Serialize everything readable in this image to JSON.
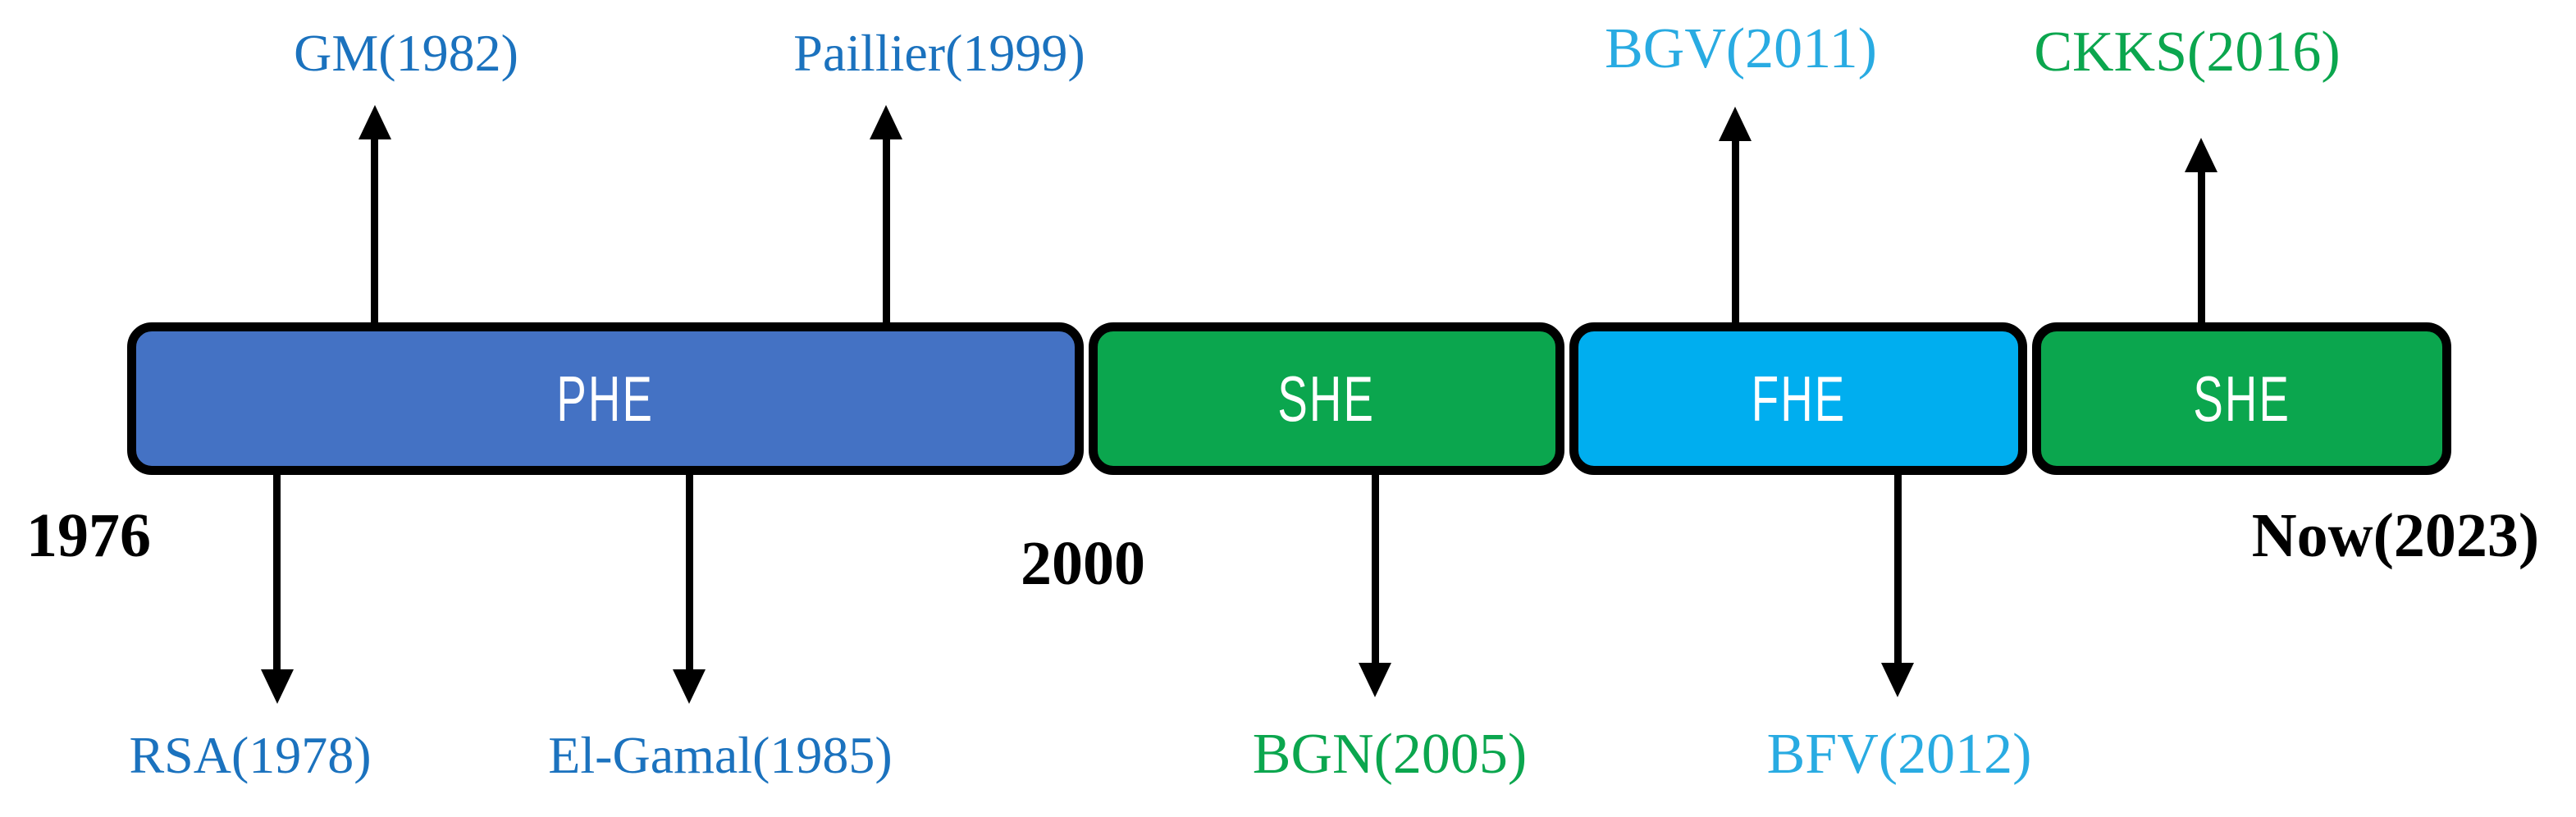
{
  "timeline": {
    "description": "History of homomorphic encryption schemes timeline",
    "axis": {
      "start_label": "1976",
      "mid_label": "2000",
      "end_label": "Now(2023)"
    },
    "segments": [
      {
        "label": "PHE",
        "color": "#4472C4",
        "text_color": "#FFFFFF"
      },
      {
        "label": "SHE",
        "color": "#0BA64E",
        "text_color": "#FFFFFF"
      },
      {
        "label": "FHE",
        "color": "#00AEEF",
        "text_color": "#FFFFFF"
      },
      {
        "label": "SHE",
        "color": "#0BA64E",
        "text_color": "#FFFFFF"
      }
    ],
    "events_top": [
      {
        "label": "GM(1982)",
        "color": "#1B72BE"
      },
      {
        "label": "Paillier(1999)",
        "color": "#1B72BE"
      },
      {
        "label": "BGV(2011)",
        "color": "#29ABE2"
      },
      {
        "label": "CKKS(2016)",
        "color": "#0BA64E"
      }
    ],
    "events_bottom": [
      {
        "label": "RSA(1978)",
        "color": "#1B72BE"
      },
      {
        "label": "El-Gamal(1985)",
        "color": "#1B72BE"
      },
      {
        "label": "BGN(2005)",
        "color": "#0BA64E"
      },
      {
        "label": "BFV(2012)",
        "color": "#29ABE2"
      }
    ],
    "arrow_color": "#000000",
    "border_color": "#000000",
    "background_color": "#FFFFFF"
  }
}
